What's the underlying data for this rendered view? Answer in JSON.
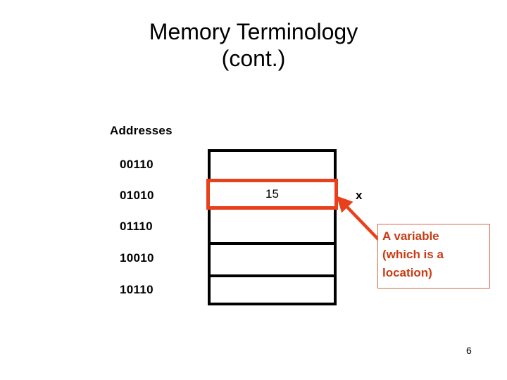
{
  "slide": {
    "title": "Memory Terminology\n(cont.)",
    "page_number": "6",
    "background_color": "#ffffff"
  },
  "memory_diagram": {
    "addresses_header": "Addresses",
    "rows": [
      {
        "address": "00110",
        "value": "",
        "highlighted": false
      },
      {
        "address": "01010",
        "value": "15",
        "highlighted": true
      },
      {
        "address": "01110",
        "value": "",
        "highlighted": false
      },
      {
        "address": "10010",
        "value": "",
        "highlighted": false
      },
      {
        "address": "10110",
        "value": "",
        "highlighted": false
      }
    ],
    "variable_label": "x",
    "callout_text": "A variable\n(which is a\nlocation)",
    "colors": {
      "grid_border": "#000000",
      "highlight_border": "#e8401a",
      "callout_text": "#c83c14",
      "callout_border": "#d96a4a",
      "arrow": "#e8401a"
    }
  }
}
